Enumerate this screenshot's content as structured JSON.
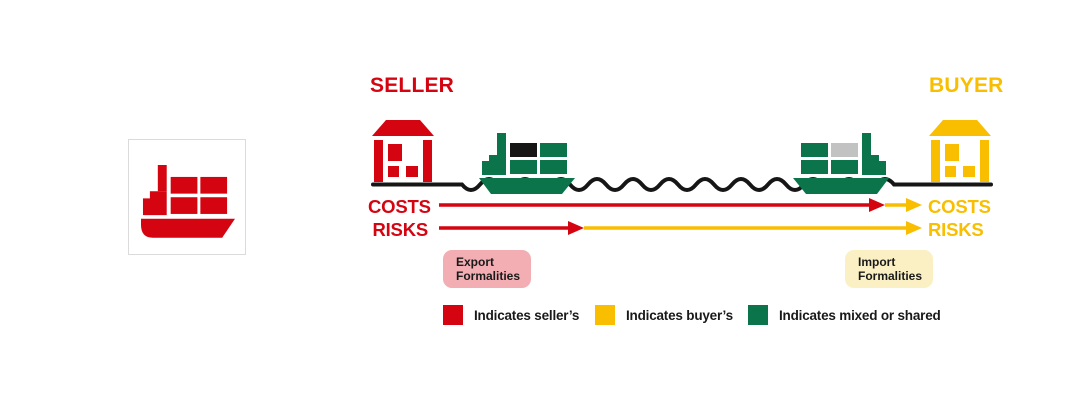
{
  "colors": {
    "red": "#D40511",
    "yellow": "#F9BE00",
    "green": "#0C744B",
    "line_black": "#161616",
    "text_black": "#191919",
    "container_black": "#161616",
    "container_gray": "#C2C2C2",
    "export_badge_bg": "#F2AEB3",
    "import_badge_bg": "#FAF0C3",
    "thumb_border": "#DBDBDB"
  },
  "thumbnail": {
    "icon": "container-ship-icon"
  },
  "diagram": {
    "seller": {
      "label": "SELLER",
      "icon": "warehouse-icon"
    },
    "buyer": {
      "label": "BUYER",
      "icon": "warehouse-icon"
    },
    "ships": {
      "origin": "cargo-ship-icon",
      "destination": "cargo-ship-icon"
    },
    "sea": "wave-line",
    "costs_left": "COSTS",
    "risks_left": "RISKS",
    "costs_right": "COSTS",
    "risks_right": "RISKS",
    "export_badge": {
      "line1": "Export",
      "line2": "Formalities"
    },
    "import_badge": {
      "line1": "Import",
      "line2": "Formalities"
    }
  },
  "legend": {
    "items": [
      {
        "label": "Indicates seller’s",
        "color": "#D40511"
      },
      {
        "label": "Indicates buyer’s",
        "color": "#F9BE00"
      },
      {
        "label": "Indicates mixed or shared",
        "color": "#0C744B"
      }
    ]
  }
}
